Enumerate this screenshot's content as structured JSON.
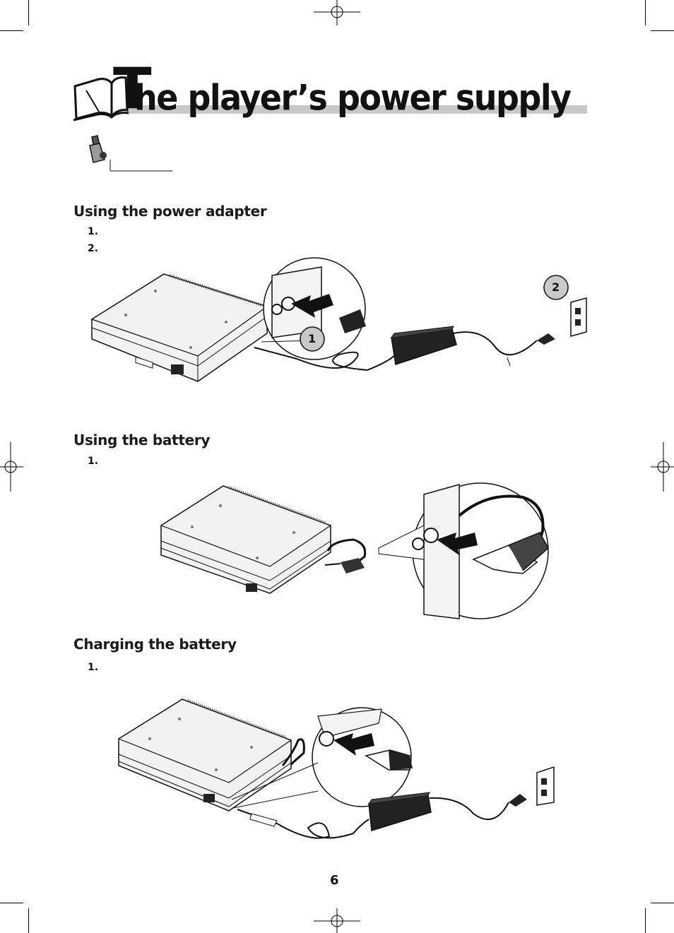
{
  "title": {
    "first_letter": "T",
    "rest": "he player’s power supply"
  },
  "note_icon": "note-icon",
  "sections": [
    {
      "heading": "Using the power adapter",
      "steps": [
        "1.",
        "2."
      ],
      "callouts": [
        "1",
        "2"
      ]
    },
    {
      "heading": "Using the battery",
      "steps": [
        "1."
      ]
    },
    {
      "heading": "Charging the battery",
      "steps": [
        "1."
      ]
    }
  ],
  "page_number": "6",
  "colors": {
    "title_bar": "#c8c8c8",
    "callout_fill": "#c9c9c9",
    "device_body": "#f2f2f2"
  }
}
